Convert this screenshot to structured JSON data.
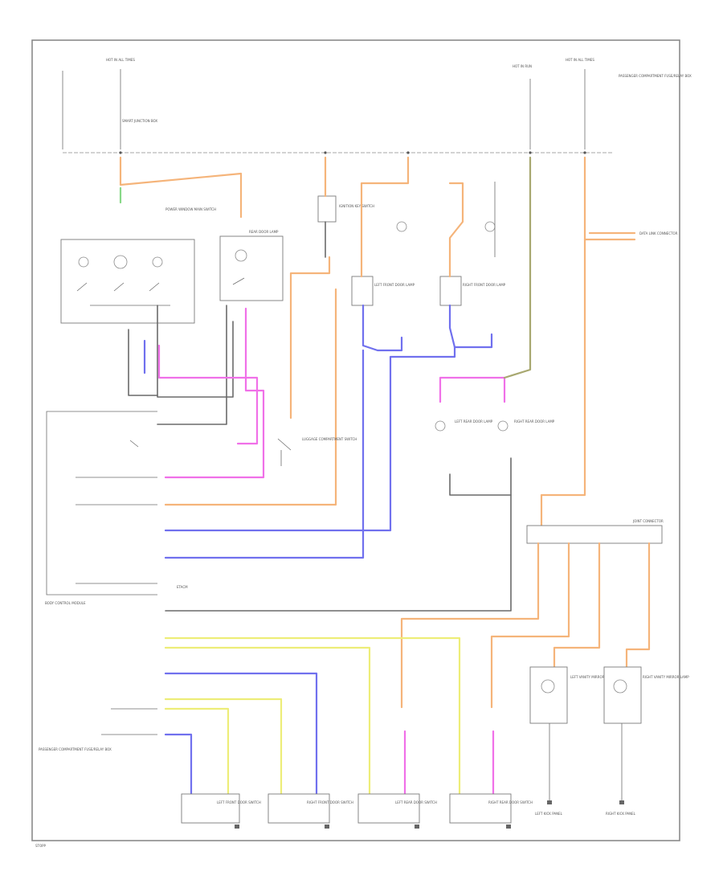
{
  "diagram": {
    "footer_code": "STOPP",
    "labels": {
      "fuse_left": "HOT IN ALL TIMES",
      "fuse_mid": "HOT IN RUN",
      "fuse_right": "HOT IN ALL TIMES",
      "passenger_connector_top": "PASSENGER COMPARTMENT FUSE/RELAY BOX",
      "starter_junction": "SMART JUNCTION BOX",
      "data_link": "DATA LINK CONNECTOR",
      "left_switch_block": "POWER WINDOW MAIN SWITCH",
      "passenger_label": "PASSENGER COMPARTMENT FUSE/RELAY BOX",
      "rear_door_lamp": "REAR DOOR LAMP",
      "ignition_key_switch": "IGNITION KEY SWITCH",
      "luggage_switch": "LUGGAGE COMPARTMENT SWITCH",
      "left_front_lamp": "LEFT FRONT DOOR LAMP",
      "right_front_lamp": "RIGHT FRONT DOOR LAMP",
      "left_rear_lamp": "LEFT REAR DOOR LAMP",
      "right_rear_lamp": "RIGHT REAR DOOR LAMP",
      "connector_right": "JOINT CONNECTOR",
      "left_vanity_lamp": "LEFT VANITY MIRROR LAMP",
      "right_vanity_lamp": "RIGHT VANITY MIRROR LAMP",
      "left_door_switch_fl": "LEFT FRONT DOOR SWITCH",
      "right_door_switch_fr": "RIGHT FRONT DOOR SWITCH",
      "left_door_switch_rl": "LEFT REAR DOOR SWITCH",
      "right_door_switch_rr": "RIGHT REAR DOOR SWITCH",
      "ground_left": "LEFT KICK PANEL",
      "ground_right": "RIGHT KICK PANEL",
      "bcm_label": "BODY CONTROL MODULE",
      "etacm": "ETACM",
      "passenger_bottom": "PASSENGER COMPARTMENT FUSE/RELAY BOX"
    }
  }
}
